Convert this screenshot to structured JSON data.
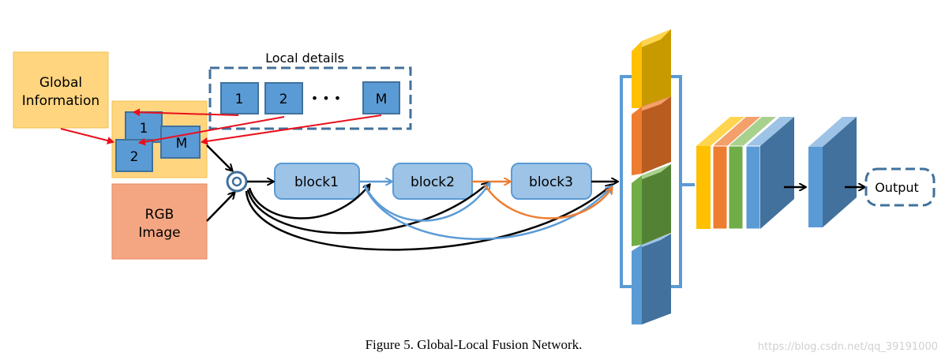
{
  "diagram": {
    "local_details_label": "Local details",
    "global_info_line1": "Global",
    "global_info_line2": "Information",
    "rgb_line1": "RGB",
    "rgb_line2": "Image",
    "patch_labels": [
      "1",
      "2",
      "M"
    ],
    "stack_labels": [
      "1",
      "2",
      "M"
    ],
    "ellipsis": "• • •",
    "blocks": [
      "block1",
      "block2",
      "block3"
    ],
    "output_label": "Output",
    "caption": "Figure 5. Global-Local Fusion Network.",
    "watermark": "https://blog.csdn.net/qq_39191000"
  },
  "colors": {
    "patch_blue": "#5B9BD5",
    "block_fill": "#9DC3E6",
    "dashed_border": "#41719C",
    "red_arrow": "#E8101C",
    "global_fill": "#FFD580",
    "rgb_fill": "#F4A683",
    "yellow": "#FFC000",
    "orange": "#ED7D31",
    "green": "#70AD47",
    "blue": "#5B9BD5",
    "blue_arrow": "#5B9BD5",
    "orange_arrow": "#ED7D31"
  }
}
